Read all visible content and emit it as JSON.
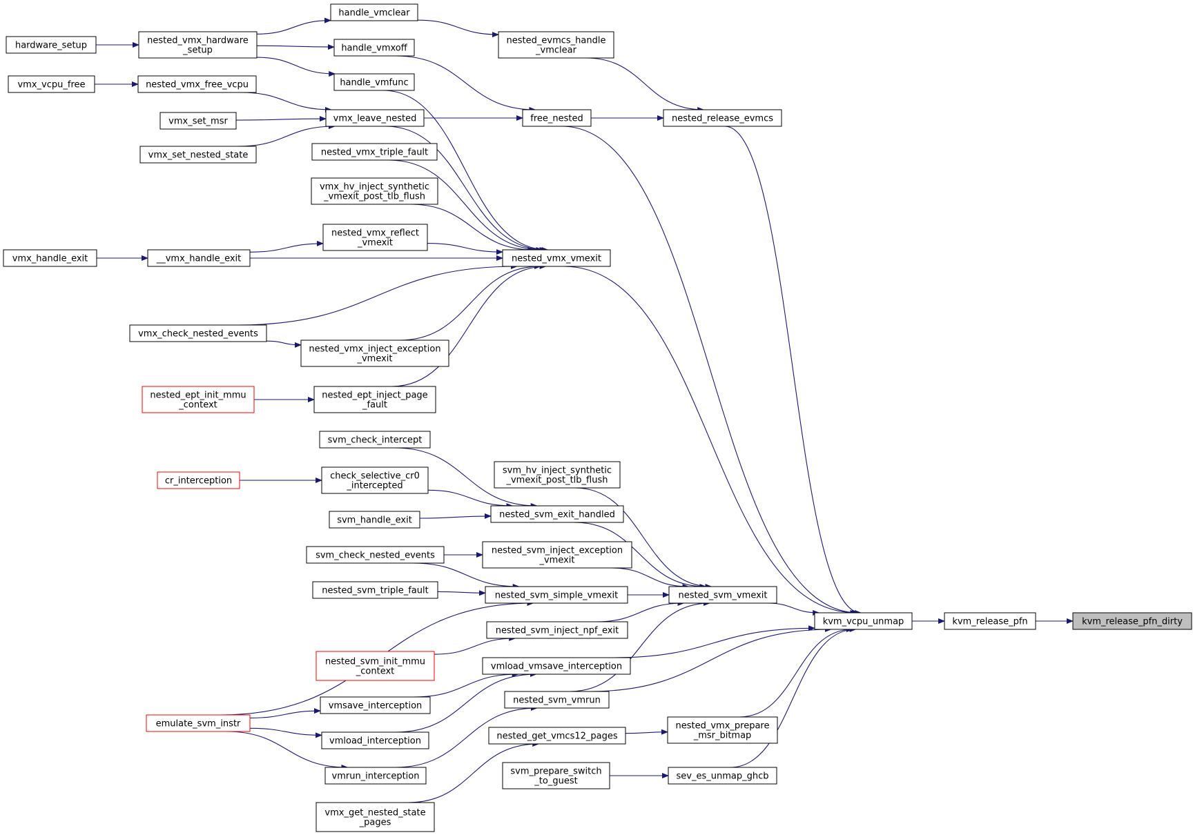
{
  "graph": {
    "root": "kvm_release_pfn_dirty",
    "colors": {
      "edge": "#191970",
      "node_border": "#000000",
      "truncated_border": "#ff0000",
      "root_fill": "#bfbfbf",
      "node_fill": "#ffffff"
    },
    "nodes": [
      {
        "id": "kvm_release_pfn_dirty",
        "lines": [
          "kvm_release_pfn_dirty"
        ],
        "style": "target"
      },
      {
        "id": "kvm_release_pfn",
        "lines": [
          "kvm_release_pfn"
        ],
        "style": "normal"
      },
      {
        "id": "kvm_vcpu_unmap",
        "lines": [
          "kvm_vcpu_unmap"
        ],
        "style": "normal"
      },
      {
        "id": "nested_release_evmcs",
        "lines": [
          "nested_release_evmcs"
        ],
        "style": "normal"
      },
      {
        "id": "nested_evmcs_handle_vmclear",
        "lines": [
          "nested_evmcs_handle",
          "_vmclear"
        ],
        "style": "normal"
      },
      {
        "id": "handle_vmclear",
        "lines": [
          "handle_vmclear"
        ],
        "style": "normal"
      },
      {
        "id": "nested_vmx_hardware_setup",
        "lines": [
          "nested_vmx_hardware",
          "_setup"
        ],
        "style": "normal"
      },
      {
        "id": "hardware_setup",
        "lines": [
          "hardware_setup"
        ],
        "style": "normal"
      },
      {
        "id": "handle_vmxoff",
        "lines": [
          "handle_vmxoff"
        ],
        "style": "normal"
      },
      {
        "id": "handle_vmfunc",
        "lines": [
          "handle_vmfunc"
        ],
        "style": "normal"
      },
      {
        "id": "free_nested",
        "lines": [
          "free_nested"
        ],
        "style": "normal"
      },
      {
        "id": "vmx_leave_nested",
        "lines": [
          "vmx_leave_nested"
        ],
        "style": "normal"
      },
      {
        "id": "nested_vmx_free_vcpu",
        "lines": [
          "nested_vmx_free_vcpu"
        ],
        "style": "normal"
      },
      {
        "id": "vmx_vcpu_free",
        "lines": [
          "vmx_vcpu_free"
        ],
        "style": "normal"
      },
      {
        "id": "vmx_set_msr",
        "lines": [
          "vmx_set_msr"
        ],
        "style": "normal"
      },
      {
        "id": "vmx_set_nested_state",
        "lines": [
          "vmx_set_nested_state"
        ],
        "style": "normal"
      },
      {
        "id": "nested_vmx_triple_fault",
        "lines": [
          "nested_vmx_triple_fault"
        ],
        "style": "normal"
      },
      {
        "id": "vmx_hv_inject_synthetic_vmexit_post_tlb_flush",
        "lines": [
          "vmx_hv_inject_synthetic",
          "_vmexit_post_tlb_flush"
        ],
        "style": "normal"
      },
      {
        "id": "nested_vmx_reflect_vmexit",
        "lines": [
          "nested_vmx_reflect",
          "_vmexit"
        ],
        "style": "normal"
      },
      {
        "id": "__vmx_handle_exit",
        "lines": [
          "__vmx_handle_exit"
        ],
        "style": "normal"
      },
      {
        "id": "vmx_handle_exit",
        "lines": [
          "vmx_handle_exit"
        ],
        "style": "normal"
      },
      {
        "id": "nested_vmx_vmexit",
        "lines": [
          "nested_vmx_vmexit"
        ],
        "style": "normal"
      },
      {
        "id": "vmx_check_nested_events",
        "lines": [
          "vmx_check_nested_events"
        ],
        "style": "normal"
      },
      {
        "id": "nested_vmx_inject_exception_vmexit",
        "lines": [
          "nested_vmx_inject_exception",
          "_vmexit"
        ],
        "style": "normal"
      },
      {
        "id": "nested_ept_init_mmu_context",
        "lines": [
          "nested_ept_init_mmu",
          "_context"
        ],
        "style": "truncated"
      },
      {
        "id": "nested_ept_inject_page_fault",
        "lines": [
          "nested_ept_inject_page",
          "_fault"
        ],
        "style": "normal"
      },
      {
        "id": "svm_check_intercept",
        "lines": [
          "svm_check_intercept"
        ],
        "style": "normal"
      },
      {
        "id": "cr_interception",
        "lines": [
          "cr_interception"
        ],
        "style": "truncated"
      },
      {
        "id": "check_selective_cr0_intercepted",
        "lines": [
          "check_selective_cr0",
          "_intercepted"
        ],
        "style": "normal"
      },
      {
        "id": "svm_hv_inject_synthetic_vmexit_post_tlb_flush",
        "lines": [
          "svm_hv_inject_synthetic",
          "_vmexit_post_tlb_flush"
        ],
        "style": "normal"
      },
      {
        "id": "svm_handle_exit",
        "lines": [
          "svm_handle_exit"
        ],
        "style": "normal"
      },
      {
        "id": "nested_svm_exit_handled",
        "lines": [
          "nested_svm_exit_handled"
        ],
        "style": "normal"
      },
      {
        "id": "svm_check_nested_events",
        "lines": [
          "svm_check_nested_events"
        ],
        "style": "normal"
      },
      {
        "id": "nested_svm_inject_exception_vmexit",
        "lines": [
          "nested_svm_inject_exception",
          "_vmexit"
        ],
        "style": "normal"
      },
      {
        "id": "nested_svm_triple_fault",
        "lines": [
          "nested_svm_triple_fault"
        ],
        "style": "normal"
      },
      {
        "id": "nested_svm_simple_vmexit",
        "lines": [
          "nested_svm_simple_vmexit"
        ],
        "style": "normal"
      },
      {
        "id": "nested_svm_vmexit",
        "lines": [
          "nested_svm_vmexit"
        ],
        "style": "normal"
      },
      {
        "id": "nested_svm_inject_npf_exit",
        "lines": [
          "nested_svm_inject_npf_exit"
        ],
        "style": "normal"
      },
      {
        "id": "nested_svm_init_mmu_context",
        "lines": [
          "nested_svm_init_mmu",
          "_context"
        ],
        "style": "truncated"
      },
      {
        "id": "vmload_vmsave_interception",
        "lines": [
          "vmload_vmsave_interception"
        ],
        "style": "normal"
      },
      {
        "id": "emulate_svm_instr",
        "lines": [
          "emulate_svm_instr"
        ],
        "style": "truncated"
      },
      {
        "id": "vmsave_interception",
        "lines": [
          "vmsave_interception"
        ],
        "style": "normal"
      },
      {
        "id": "nested_svm_vmrun",
        "lines": [
          "nested_svm_vmrun"
        ],
        "style": "normal"
      },
      {
        "id": "vmload_interception",
        "lines": [
          "vmload_interception"
        ],
        "style": "normal"
      },
      {
        "id": "nested_get_vmcs12_pages",
        "lines": [
          "nested_get_vmcs12_pages"
        ],
        "style": "normal"
      },
      {
        "id": "nested_vmx_prepare_msr_bitmap",
        "lines": [
          "nested_vmx_prepare",
          "_msr_bitmap"
        ],
        "style": "normal"
      },
      {
        "id": "vmrun_interception",
        "lines": [
          "vmrun_interception"
        ],
        "style": "normal"
      },
      {
        "id": "svm_prepare_switch_to_guest",
        "lines": [
          "svm_prepare_switch",
          "_to_guest"
        ],
        "style": "normal"
      },
      {
        "id": "sev_es_unmap_ghcb",
        "lines": [
          "sev_es_unmap_ghcb"
        ],
        "style": "normal"
      },
      {
        "id": "vmx_get_nested_state_pages",
        "lines": [
          "vmx_get_nested_state",
          "_pages"
        ],
        "style": "normal"
      }
    ],
    "edges": [
      [
        "kvm_release_pfn",
        "kvm_release_pfn_dirty"
      ],
      [
        "kvm_vcpu_unmap",
        "kvm_release_pfn"
      ],
      [
        "nested_release_evmcs",
        "kvm_vcpu_unmap"
      ],
      [
        "free_nested",
        "kvm_vcpu_unmap"
      ],
      [
        "nested_vmx_vmexit",
        "kvm_vcpu_unmap"
      ],
      [
        "nested_svm_vmexit",
        "kvm_vcpu_unmap"
      ],
      [
        "vmload_vmsave_interception",
        "kvm_vcpu_unmap"
      ],
      [
        "nested_svm_vmrun",
        "kvm_vcpu_unmap"
      ],
      [
        "nested_vmx_prepare_msr_bitmap",
        "kvm_vcpu_unmap"
      ],
      [
        "sev_es_unmap_ghcb",
        "kvm_vcpu_unmap"
      ],
      [
        "nested_evmcs_handle_vmclear",
        "nested_release_evmcs"
      ],
      [
        "free_nested",
        "nested_release_evmcs"
      ],
      [
        "handle_vmclear",
        "nested_evmcs_handle_vmclear"
      ],
      [
        "nested_vmx_hardware_setup",
        "handle_vmclear"
      ],
      [
        "nested_vmx_hardware_setup",
        "handle_vmxoff"
      ],
      [
        "nested_vmx_hardware_setup",
        "handle_vmfunc"
      ],
      [
        "hardware_setup",
        "nested_vmx_hardware_setup"
      ],
      [
        "handle_vmxoff",
        "free_nested"
      ],
      [
        "vmx_leave_nested",
        "free_nested"
      ],
      [
        "nested_vmx_free_vcpu",
        "vmx_leave_nested"
      ],
      [
        "vmx_set_msr",
        "vmx_leave_nested"
      ],
      [
        "vmx_set_nested_state",
        "vmx_leave_nested"
      ],
      [
        "vmx_vcpu_free",
        "nested_vmx_free_vcpu"
      ],
      [
        "vmx_leave_nested",
        "nested_vmx_vmexit"
      ],
      [
        "handle_vmfunc",
        "nested_vmx_vmexit"
      ],
      [
        "nested_vmx_triple_fault",
        "nested_vmx_vmexit"
      ],
      [
        "vmx_hv_inject_synthetic_vmexit_post_tlb_flush",
        "nested_vmx_vmexit"
      ],
      [
        "nested_vmx_reflect_vmexit",
        "nested_vmx_vmexit"
      ],
      [
        "__vmx_handle_exit",
        "nested_vmx_vmexit"
      ],
      [
        "vmx_check_nested_events",
        "nested_vmx_vmexit"
      ],
      [
        "nested_vmx_inject_exception_vmexit",
        "nested_vmx_vmexit"
      ],
      [
        "nested_ept_inject_page_fault",
        "nested_vmx_vmexit"
      ],
      [
        "__vmx_handle_exit",
        "nested_vmx_reflect_vmexit"
      ],
      [
        "vmx_handle_exit",
        "__vmx_handle_exit"
      ],
      [
        "vmx_check_nested_events",
        "nested_vmx_inject_exception_vmexit"
      ],
      [
        "nested_ept_init_mmu_context",
        "nested_ept_inject_page_fault"
      ],
      [
        "cr_interception",
        "check_selective_cr0_intercepted"
      ],
      [
        "svm_check_intercept",
        "nested_svm_exit_handled"
      ],
      [
        "check_selective_cr0_intercepted",
        "nested_svm_exit_handled"
      ],
      [
        "svm_handle_exit",
        "nested_svm_exit_handled"
      ],
      [
        "nested_svm_exit_handled",
        "nested_svm_vmexit"
      ],
      [
        "svm_hv_inject_synthetic_vmexit_post_tlb_flush",
        "nested_svm_vmexit"
      ],
      [
        "nested_svm_inject_exception_vmexit",
        "nested_svm_vmexit"
      ],
      [
        "nested_svm_simple_vmexit",
        "nested_svm_vmexit"
      ],
      [
        "nested_svm_inject_npf_exit",
        "nested_svm_vmexit"
      ],
      [
        "nested_svm_vmrun",
        "nested_svm_vmexit"
      ],
      [
        "svm_check_nested_events",
        "nested_svm_inject_exception_vmexit"
      ],
      [
        "svm_check_nested_events",
        "nested_svm_simple_vmexit"
      ],
      [
        "nested_svm_triple_fault",
        "nested_svm_simple_vmexit"
      ],
      [
        "emulate_svm_instr",
        "nested_svm_simple_vmexit"
      ],
      [
        "nested_svm_init_mmu_context",
        "nested_svm_inject_npf_exit"
      ],
      [
        "vmsave_interception",
        "vmload_vmsave_interception"
      ],
      [
        "vmload_interception",
        "vmload_vmsave_interception"
      ],
      [
        "emulate_svm_instr",
        "vmsave_interception"
      ],
      [
        "emulate_svm_instr",
        "vmload_interception"
      ],
      [
        "emulate_svm_instr",
        "vmrun_interception"
      ],
      [
        "vmrun_interception",
        "nested_svm_vmrun"
      ],
      [
        "nested_get_vmcs12_pages",
        "nested_vmx_prepare_msr_bitmap"
      ],
      [
        "vmx_get_nested_state_pages",
        "nested_get_vmcs12_pages"
      ],
      [
        "svm_prepare_switch_to_guest",
        "sev_es_unmap_ghcb"
      ]
    ]
  }
}
